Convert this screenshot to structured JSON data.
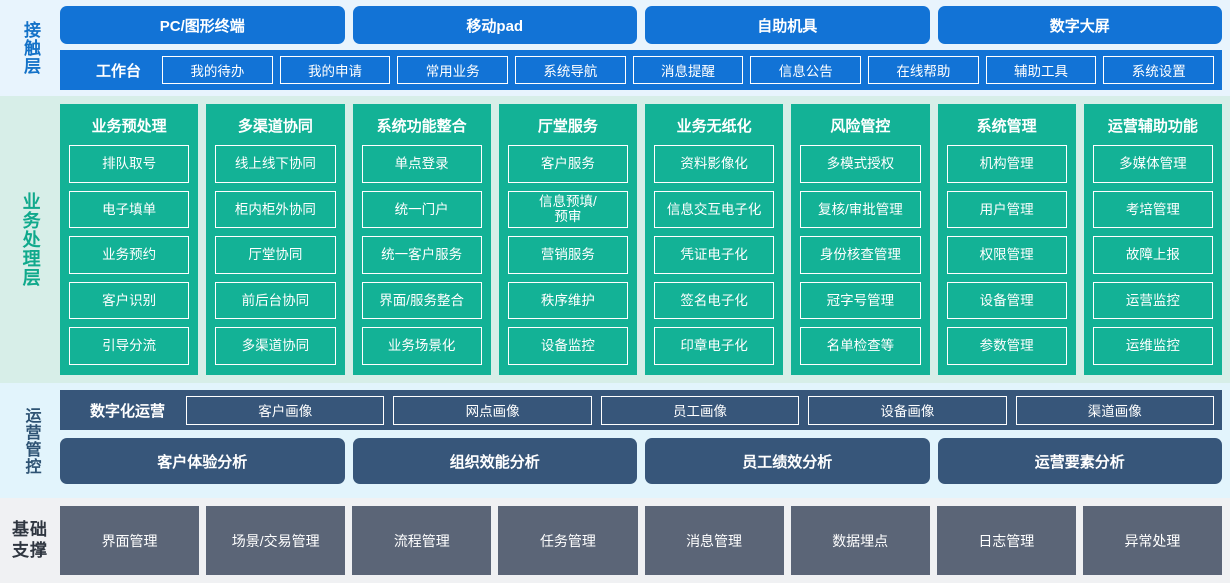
{
  "layers": {
    "contact": {
      "label": "接触层",
      "channels": [
        "PC/图形终端",
        "移动pad",
        "自助机具",
        "数字大屏"
      ],
      "workbench_title": "工作台",
      "workbench_items": [
        "我的待办",
        "我的申请",
        "常用业务",
        "系统导航",
        "消息提醒",
        "信息公告",
        "在线帮助",
        "辅助工具",
        "系统设置"
      ]
    },
    "business": {
      "label": "业务处理层",
      "columns": [
        {
          "title": "业务预处理",
          "items": [
            "排队取号",
            "电子填单",
            "业务预约",
            "客户识别",
            "引导分流"
          ]
        },
        {
          "title": "多渠道协同",
          "items": [
            "线上线下协同",
            "柜内柜外协同",
            "厅堂协同",
            "前后台协同",
            "多渠道协同"
          ]
        },
        {
          "title": "系统功能整合",
          "items": [
            "单点登录",
            "统一门户",
            "统一客户服务",
            "界面/服务整合",
            "业务场景化"
          ]
        },
        {
          "title": "厅堂服务",
          "items": [
            "客户服务",
            "信息预填/\n预审",
            "营销服务",
            "秩序维护",
            "设备监控"
          ]
        },
        {
          "title": "业务无纸化",
          "items": [
            "资料影像化",
            "信息交互电子化",
            "凭证电子化",
            "签名电子化",
            "印章电子化"
          ]
        },
        {
          "title": "风险管控",
          "items": [
            "多模式授权",
            "复核/审批管理",
            "身份核查管理",
            "冠字号管理",
            "名单检查等"
          ]
        },
        {
          "title": "系统管理",
          "items": [
            "机构管理",
            "用户管理",
            "权限管理",
            "设备管理",
            "参数管理"
          ]
        },
        {
          "title": "运营辅助功能",
          "items": [
            "多媒体管理",
            "考培管理",
            "故障上报",
            "运营监控",
            "运维监控"
          ]
        }
      ]
    },
    "ops": {
      "label": "运营管控",
      "portrait_title": "数字化运营",
      "portrait_items": [
        "客户画像",
        "网点画像",
        "员工画像",
        "设备画像",
        "渠道画像"
      ],
      "analysis_items": [
        "客户体验分析",
        "组织效能分析",
        "员工绩效分析",
        "运营要素分析"
      ]
    },
    "foundation": {
      "label_line1": "基础",
      "label_line2": "支撑",
      "items": [
        "界面管理",
        "场景/交易管理",
        "流程管理",
        "任务管理",
        "消息管理",
        "数据埋点",
        "日志管理",
        "异常处理"
      ]
    }
  },
  "colors": {
    "contact_bg": "#e8f4fd",
    "contact_accent": "#1273d6",
    "business_bg": "#d7eee8",
    "business_accent": "#13b296",
    "ops_bg": "#e2f4fc",
    "ops_accent": "#37567a",
    "foundation_bg": "#f0f1f3",
    "foundation_accent": "#5b6577"
  }
}
